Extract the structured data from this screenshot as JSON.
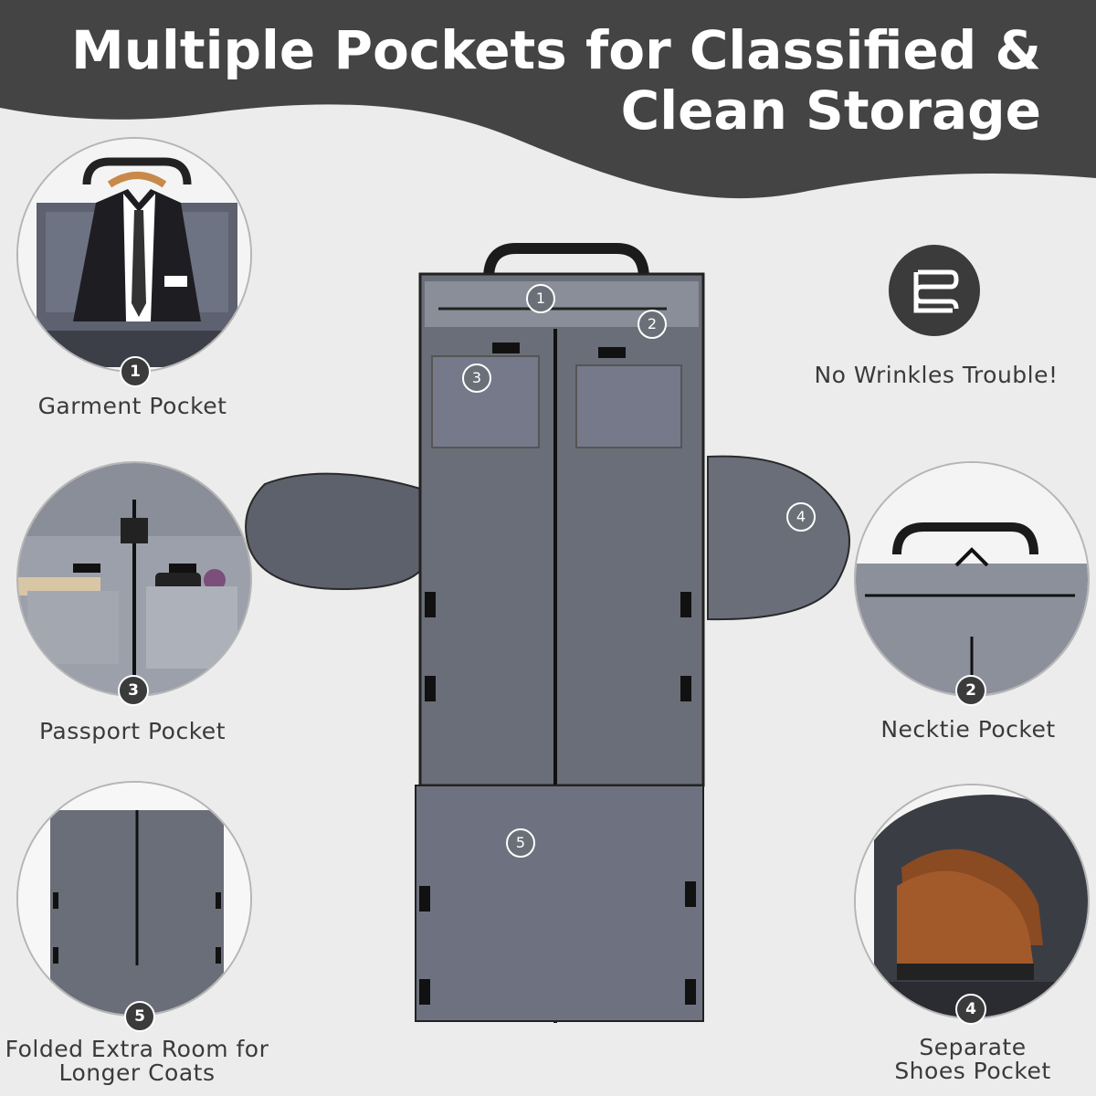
{
  "header": {
    "title_line1": "Multiple Pockets for Classified &",
    "title_line2": "Clean Storage"
  },
  "features": [
    {
      "number": "1",
      "label": "Garment Pocket"
    },
    {
      "number": "3",
      "label": "Passport Pocket"
    },
    {
      "number": "5",
      "label_line1": "Folded Extra Room for",
      "label_line2": "Longer Coats"
    },
    {
      "number": "2",
      "label": "Necktie Pocket"
    },
    {
      "number": "4",
      "label_line1": "Separate",
      "label_line2": "Shoes Pocket"
    }
  ],
  "highlight": {
    "icon": "wrinkle-free-icon",
    "text": "No Wrinkles Trouble!"
  },
  "bag_markers": [
    "1",
    "2",
    "3",
    "4",
    "5"
  ],
  "colors": {
    "banner": "#444444",
    "background": "#ececec",
    "fabric": "#6c6f78",
    "badge": "#3b3b3b"
  }
}
